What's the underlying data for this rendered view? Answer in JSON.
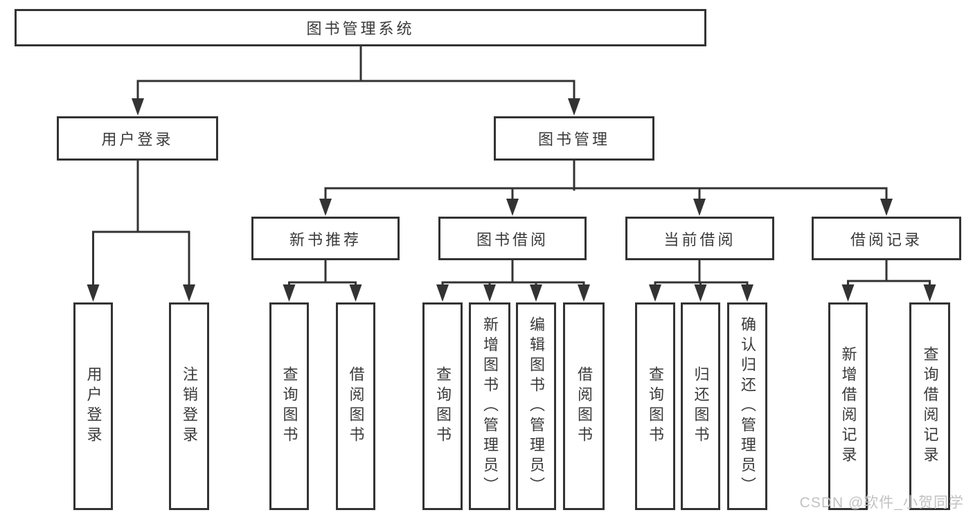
{
  "tree": {
    "root": {
      "label": "图书管理系统",
      "children": [
        {
          "label": "用户登录",
          "children": [
            {
              "label": "用户登录"
            },
            {
              "label": "注销登录"
            }
          ]
        },
        {
          "label": "图书管理",
          "children": [
            {
              "label": "新书推荐",
              "children": [
                {
                  "label": "查询图书"
                },
                {
                  "label": "借阅图书"
                }
              ]
            },
            {
              "label": "图书借阅",
              "children": [
                {
                  "label": "查询图书"
                },
                {
                  "label": "新增图书（管理员）"
                },
                {
                  "label": "编辑图书（管理员）"
                },
                {
                  "label": "借阅图书"
                }
              ]
            },
            {
              "label": "当前借阅",
              "children": [
                {
                  "label": "查询图书"
                },
                {
                  "label": "归还图书"
                },
                {
                  "label": "确认归还（管理员）"
                }
              ]
            },
            {
              "label": "借阅记录",
              "children": [
                {
                  "label": "新增借阅记录"
                },
                {
                  "label": "查询借阅记录"
                }
              ]
            }
          ]
        }
      ]
    }
  },
  "watermark": {
    "text": "CSDN @软件_小贺同学"
  },
  "colors": {
    "line": "#333333",
    "text": "#3a3a3a",
    "background": "#ffffff",
    "watermark": "#c2c2c2"
  }
}
